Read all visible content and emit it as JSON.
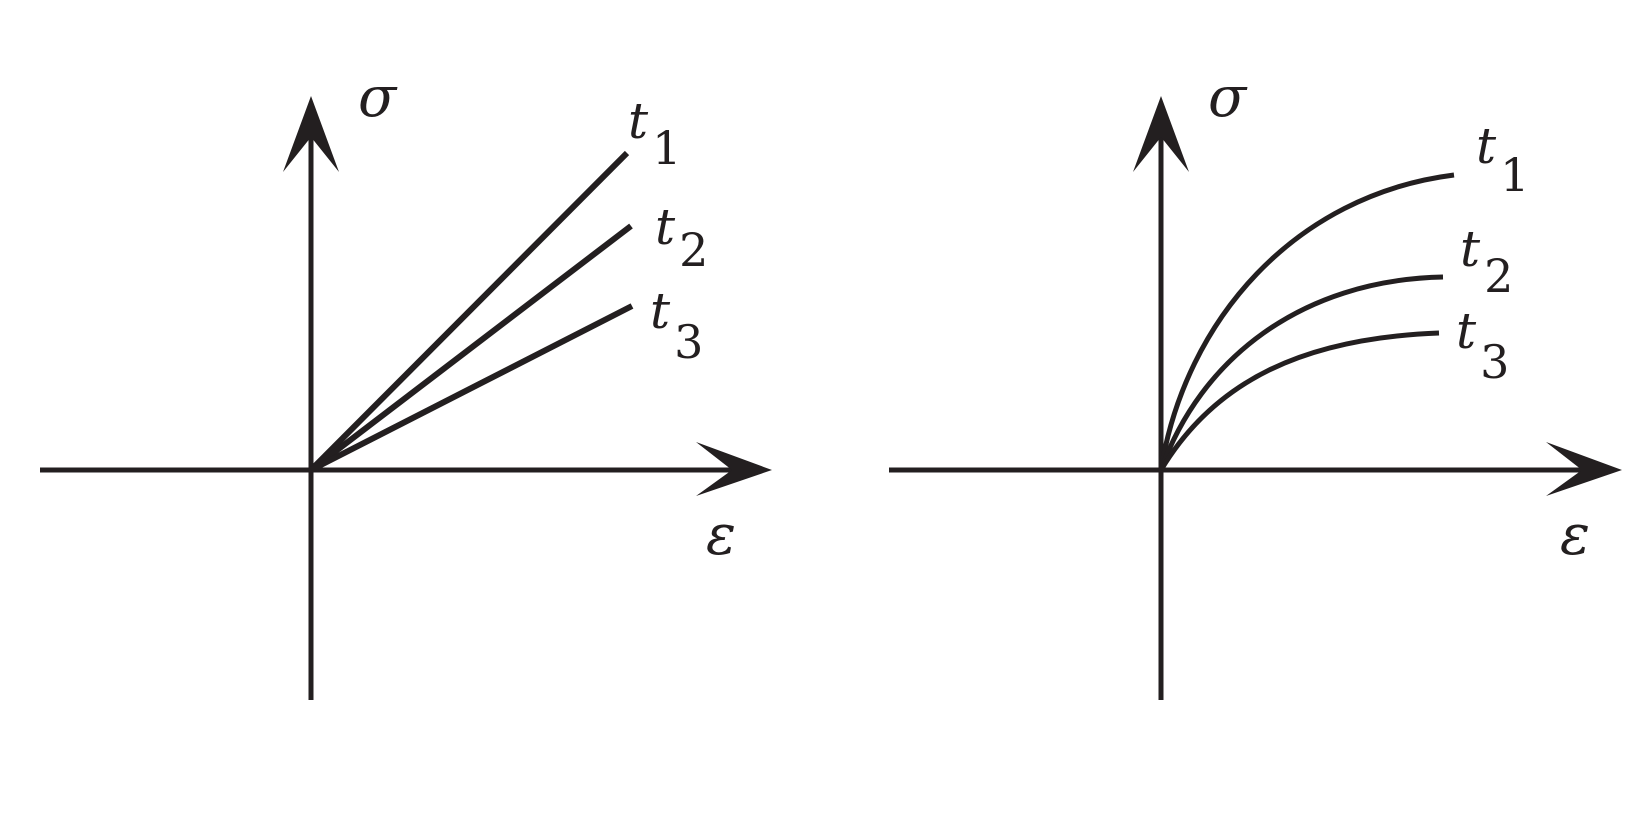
{
  "colors": {
    "ink": "#231f20",
    "background": "#ffffff"
  },
  "panels": [
    {
      "id": "linear",
      "y_axis_label": "σ",
      "x_axis_label": "ε",
      "curves": [
        {
          "label_letter": "t",
          "label_subscript": "1"
        },
        {
          "label_letter": "t",
          "label_subscript": "2"
        },
        {
          "label_letter": "t",
          "label_subscript": "3"
        }
      ]
    },
    {
      "id": "nonlinear",
      "y_axis_label": "σ",
      "x_axis_label": "ε",
      "curves": [
        {
          "label_letter": "t",
          "label_subscript": "1"
        },
        {
          "label_letter": "t",
          "label_subscript": "2"
        },
        {
          "label_letter": "t",
          "label_subscript": "3"
        }
      ]
    }
  ]
}
